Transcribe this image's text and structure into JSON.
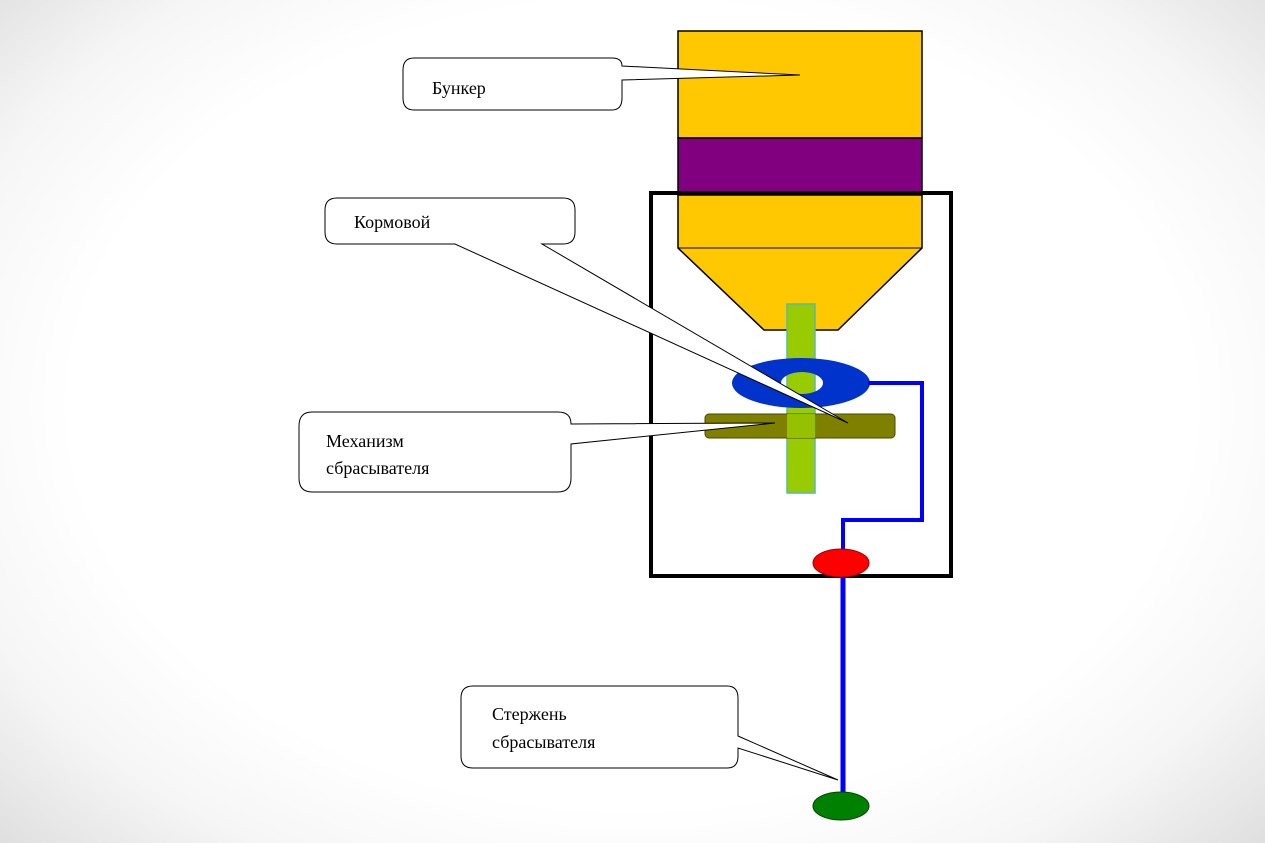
{
  "callouts": {
    "hopper": "Бункер",
    "feed": "Кормовой",
    "mechanism_line1": "Механизм",
    "mechanism_line2": "сбрасывателя",
    "rod_line1": "Стержень",
    "rod_line2": "сбрасывателя"
  },
  "colors": {
    "hopper": "#ffc800",
    "band": "#800080",
    "shaft": "#99cc00",
    "ring": "#0033cc",
    "disc": "#808000",
    "wire": "#0000ff",
    "red_node": "#ff0000",
    "green_node": "#008000",
    "frame": "#000000"
  }
}
